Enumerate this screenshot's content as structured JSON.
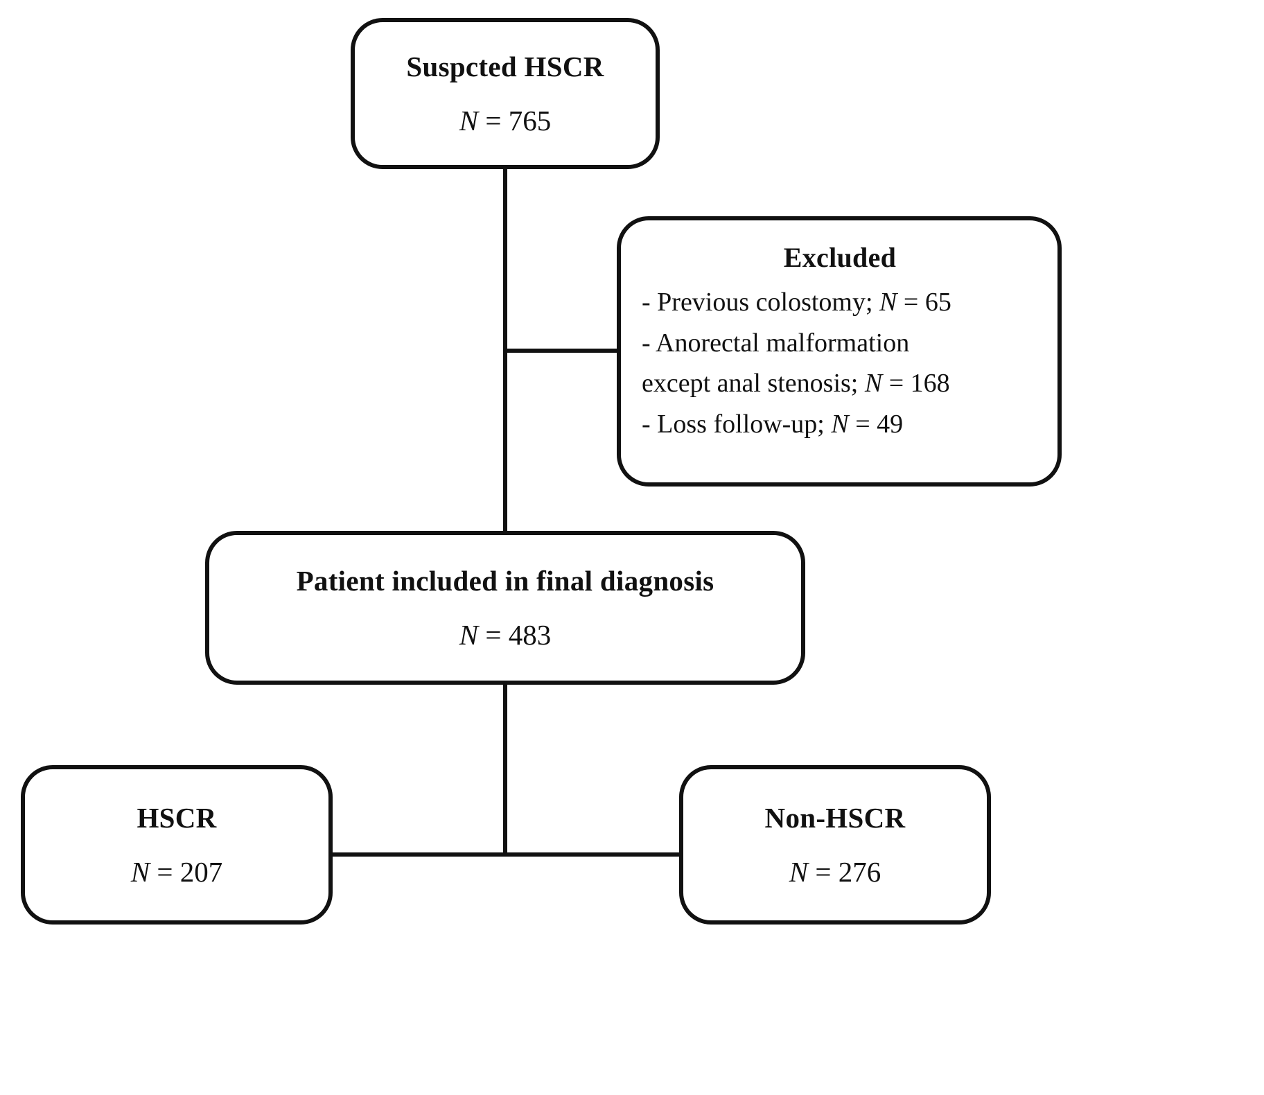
{
  "diagram": {
    "type": "patient-flow-diagram",
    "title": "HSCR patient selection flowchart",
    "nodes": {
      "suspected": {
        "label": "Suspcted HSCR",
        "count_prefix": "N",
        "count_sep": " = ",
        "count_value": "765",
        "count_text": "N = 765"
      },
      "excluded": {
        "label": "Excluded",
        "items": [
          {
            "text": "- Previous colostomy; ",
            "count_prefix": "N",
            "count_sep": " = ",
            "count_value": "65",
            "full_text": "- Previous colostomy; N = 65"
          },
          {
            "text": "- Anorectal malformation",
            "count_prefix": "",
            "count_sep": "",
            "count_value": "",
            "full_text": "- Anorectal malformation"
          },
          {
            "text": "except anal stenosis; ",
            "count_prefix": "N",
            "count_sep": " = ",
            "count_value": "168",
            "full_text": "except anal stenosis; N = 168"
          },
          {
            "text": "- Loss follow-up; ",
            "count_prefix": "N",
            "count_sep": " = ",
            "count_value": "49",
            "full_text": "- Loss follow-up; N = 49"
          }
        ]
      },
      "included": {
        "label": "Patient included in final diagnosis",
        "count_prefix": "N",
        "count_sep": " = ",
        "count_value": "483",
        "count_text": "N = 483"
      },
      "hscr": {
        "label": "HSCR",
        "count_prefix": "N",
        "count_sep": " = ",
        "count_value": "207",
        "count_text": "N = 207"
      },
      "nonhscr": {
        "label": "Non-HSCR",
        "count_prefix": "N",
        "count_sep": " = ",
        "count_value": "276",
        "count_text": "N = 276"
      }
    },
    "colors": {
      "stroke": "#111111",
      "fill": "#ffffff",
      "text": "#111111"
    }
  }
}
